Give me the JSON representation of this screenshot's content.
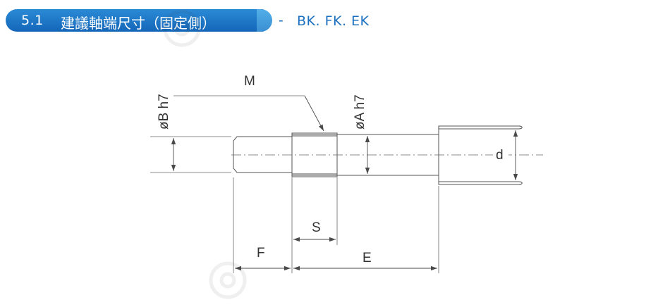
{
  "header": {
    "section_number": "5.1",
    "title": "建議軸端尺寸（固定側）",
    "separator": "-",
    "subtitle": "BK. FK. EK"
  },
  "colors": {
    "pill": "#1a6fc0",
    "subtitle": "#1c70c0",
    "lines": "#4a4a4a"
  },
  "diagram": {
    "labels": {
      "M": "M",
      "B": "øB  h7",
      "A": "øA  h7",
      "d": "d",
      "S": "S",
      "F": "F",
      "E": "E"
    }
  }
}
